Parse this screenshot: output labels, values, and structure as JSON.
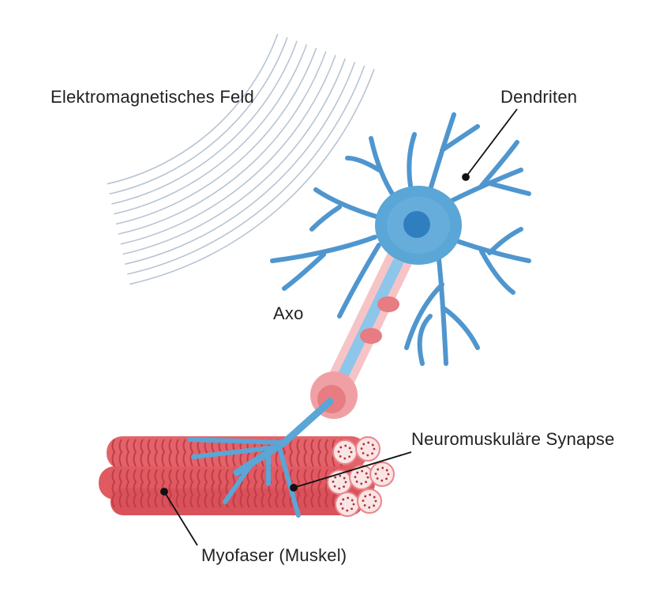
{
  "labels": {
    "field": "Elektromagnetisches Feld",
    "dendrites": "Dendriten",
    "axon": "Axo",
    "synapse": "Neuromuskuläre Synapse",
    "myofiber": "Myofaser (Muskel)"
  },
  "colors": {
    "neuron": "#5aa6d6",
    "neuron_dark": "#2f7fc0",
    "myelin": "#f0a0a4",
    "muscle": "#e05a62",
    "field": "#b8c4d4"
  }
}
